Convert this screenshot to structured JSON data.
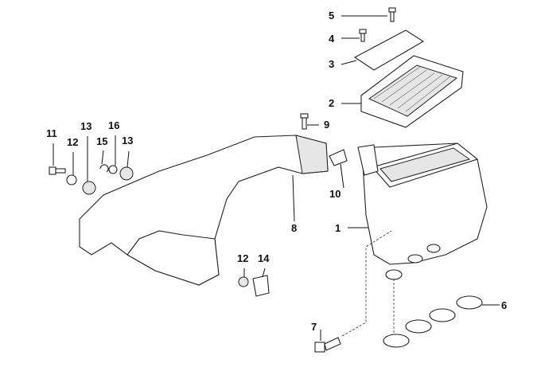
{
  "diagram": {
    "title": "Intake silencer / filter cartridge parts diagram",
    "callouts": [
      {
        "id": "c5",
        "number": "5"
      },
      {
        "id": "c4",
        "number": "4"
      },
      {
        "id": "c3",
        "number": "3"
      },
      {
        "id": "c2",
        "number": "2"
      },
      {
        "id": "c9",
        "number": "9"
      },
      {
        "id": "c10",
        "number": "10"
      },
      {
        "id": "c8",
        "number": "8"
      },
      {
        "id": "c1",
        "number": "1"
      },
      {
        "id": "c6",
        "number": "6"
      },
      {
        "id": "c7",
        "number": "7"
      },
      {
        "id": "c11",
        "number": "11"
      },
      {
        "id": "c12a",
        "number": "12"
      },
      {
        "id": "c13a",
        "number": "13"
      },
      {
        "id": "c16",
        "number": "16"
      },
      {
        "id": "c15",
        "number": "15"
      },
      {
        "id": "c13b",
        "number": "13"
      },
      {
        "id": "c12b",
        "number": "12"
      },
      {
        "id": "c14",
        "number": "14"
      }
    ]
  }
}
